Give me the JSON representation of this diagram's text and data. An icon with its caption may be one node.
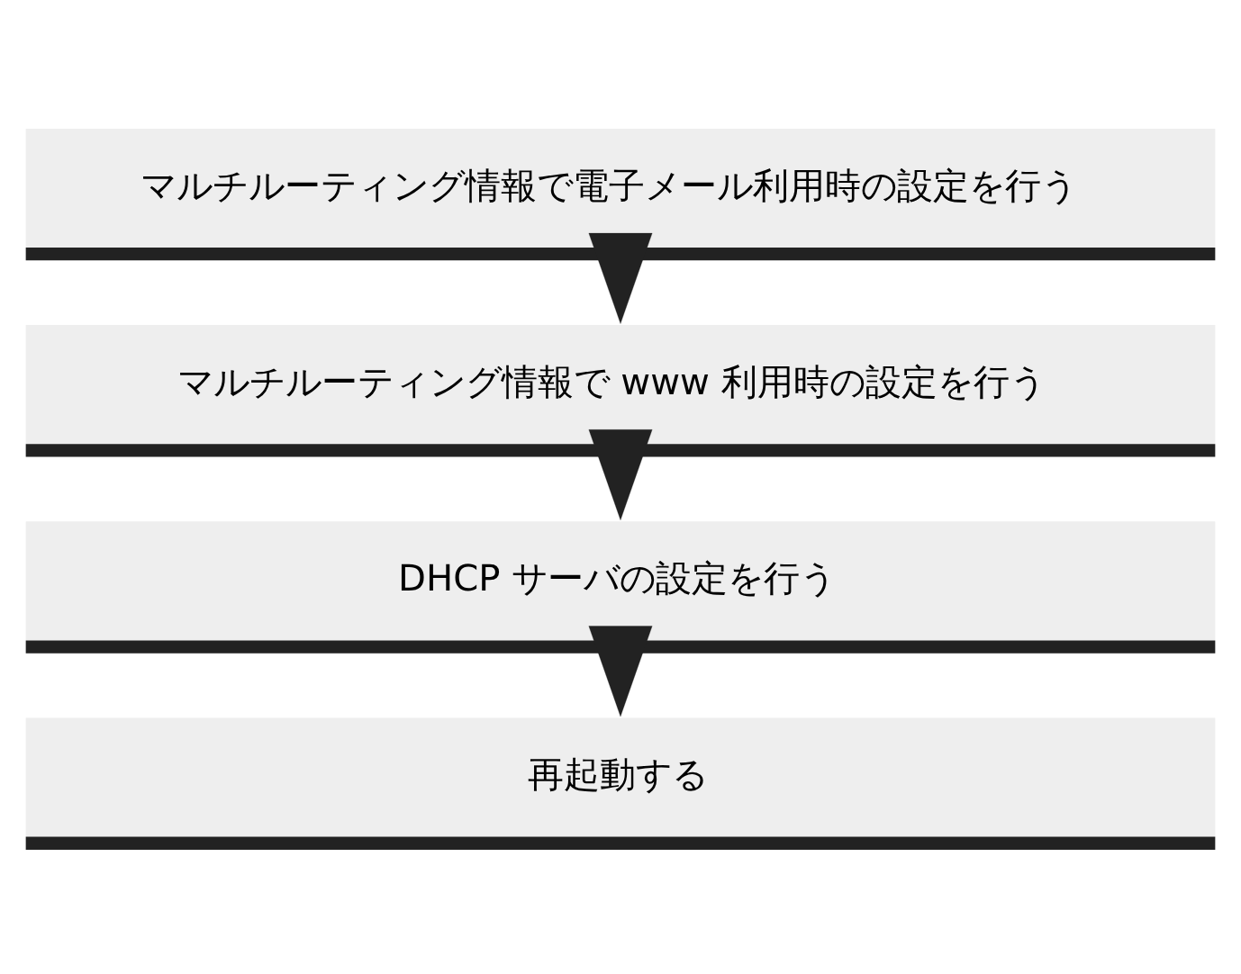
{
  "diagram": {
    "nodes": [
      {
        "text": [
          "マルチルーティング情報で電子メール利用時の設定を行う"
        ]
      },
      {
        "text": [
          "マルチルーティング情報で www 利用時の設定を行う"
        ]
      },
      {
        "text": [
          "DHCP サーバの設定を行う"
        ]
      },
      {
        "text": [
          "再起動する"
        ]
      }
    ],
    "edges": [
      {
        "from": 0,
        "to": 1,
        "arrow": "to"
      },
      {
        "from": 1,
        "to": 2,
        "arrow": "to"
      },
      {
        "from": 2,
        "to": 3,
        "arrow": "to"
      }
    ]
  }
}
